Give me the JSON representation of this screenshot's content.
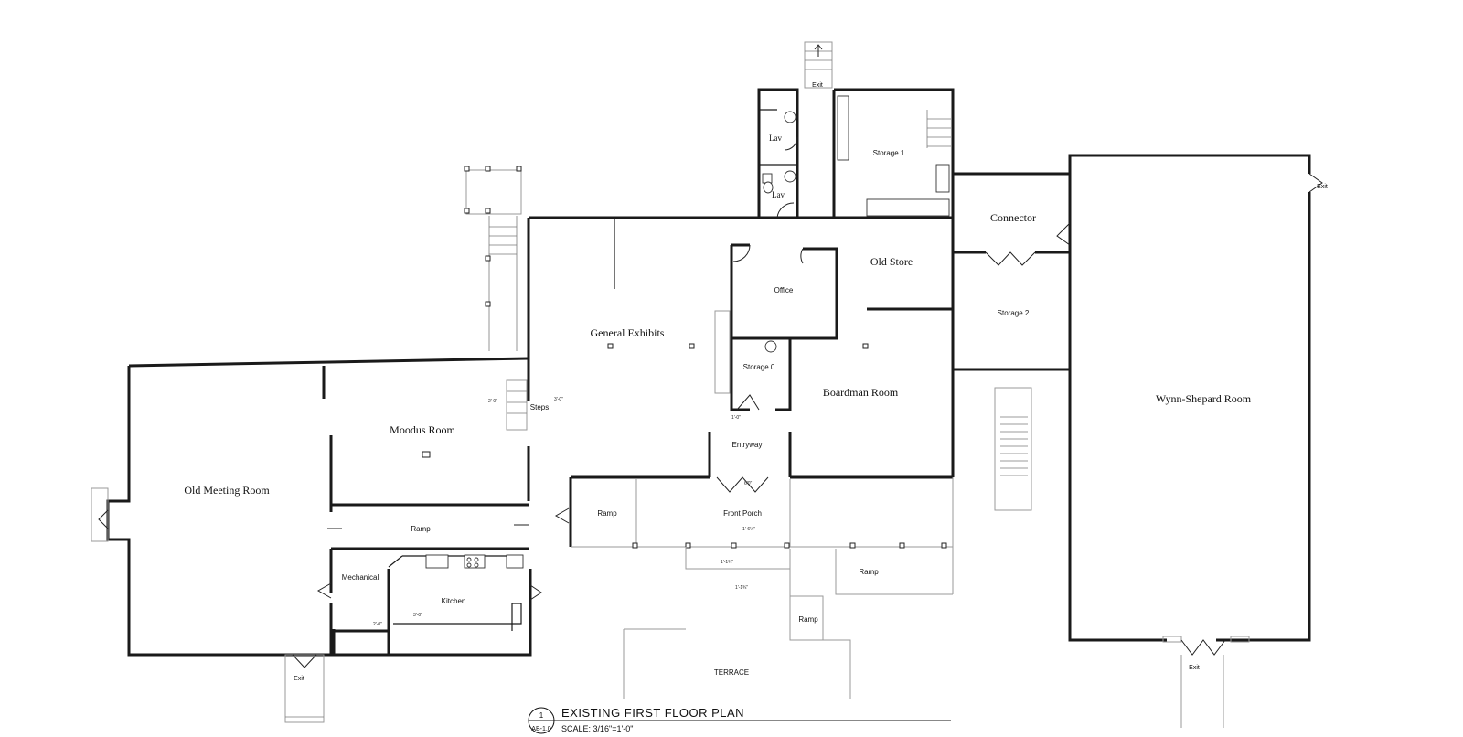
{
  "plan": {
    "title": "EXISTING FIRST FLOOR PLAN",
    "scale": "SCALE: 3/16\"=1'-0\"",
    "sheet_number": "1",
    "sheet_ref": "AB-1.0"
  },
  "rooms": {
    "old_meeting_room": "Old Meeting Room",
    "moodus_room": "Moodus Room",
    "general_exhibits": "General Exhibits",
    "office": "Office",
    "old_store": "Old Store",
    "connector": "Connector",
    "storage_1": "Storage 1",
    "storage_2": "Storage 2",
    "storage_0": "Storage 0",
    "boardman_room": "Boardman Room",
    "wynn_shepard_room": "Wynn-Shepard Room",
    "entryway": "Entryway",
    "front_porch": "Front Porch",
    "mechanical": "Mechanical",
    "kitchen": "Kitchen",
    "terrace": "TERRACE",
    "lav_1": "Lav",
    "lav_2": "Lav",
    "steps": "Steps"
  },
  "ramps": {
    "old_meeting_ramp": "Ramp",
    "porch_ramp_west": "Ramp",
    "porch_ramp_east": "Ramp",
    "terrace_ramp": "Ramp"
  },
  "exits": {
    "north": "Exit",
    "east": "Exit",
    "south_old_meeting": "Exit",
    "south_wynn_shepard": "Exit"
  },
  "elevations": {
    "moodus_step": "2'-0\"",
    "steps_landing": "3'-0\"",
    "storage_0_door": "1'-0\"",
    "porch_center": "1'-6½\"",
    "porch_lower_a": "1'-1¾\"",
    "porch_lower_b": "1'-1¾\"",
    "mechanical_floor": "2'-0\"",
    "kitchen_floor": "3'-0\"",
    "entry_step": "6'0\""
  },
  "colors": {
    "wall": "#1a1a1a",
    "light_line": "#9a9a9a",
    "background": "#ffffff"
  }
}
